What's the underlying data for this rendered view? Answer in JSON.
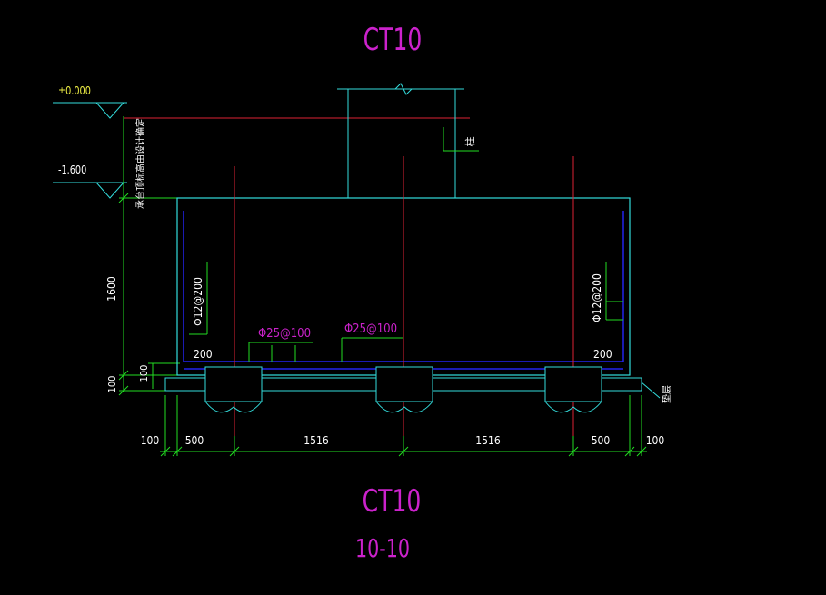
{
  "title_top": "CT10",
  "title_bottom": "CT10",
  "section_label": "10-10",
  "elevations": {
    "top": "±0.000",
    "bottom": "-1.600"
  },
  "left_note": "承台顶标高由设计确定",
  "column_label": "柱",
  "cushion_label": "垫层",
  "rebar": {
    "left_wall": "Φ12@200",
    "right_wall": "Φ12@200",
    "bottom_1": "Φ25@100",
    "bottom_2": "Φ25@100"
  },
  "dims": {
    "height": "1600",
    "base_left": "100",
    "base_right": "100",
    "cover_left": "200",
    "cover_right": "200",
    "horizontal": [
      "100",
      "500",
      "1516",
      "1516",
      "500",
      "100"
    ]
  },
  "colors": {
    "background": "#000000",
    "title": "#cc22cc",
    "outline": "#33dddd",
    "axis": "#dd2233",
    "rebar": "#2222ee",
    "dimension": "#22dd22",
    "text": "#ffffff",
    "elevation": "#eeee44"
  }
}
